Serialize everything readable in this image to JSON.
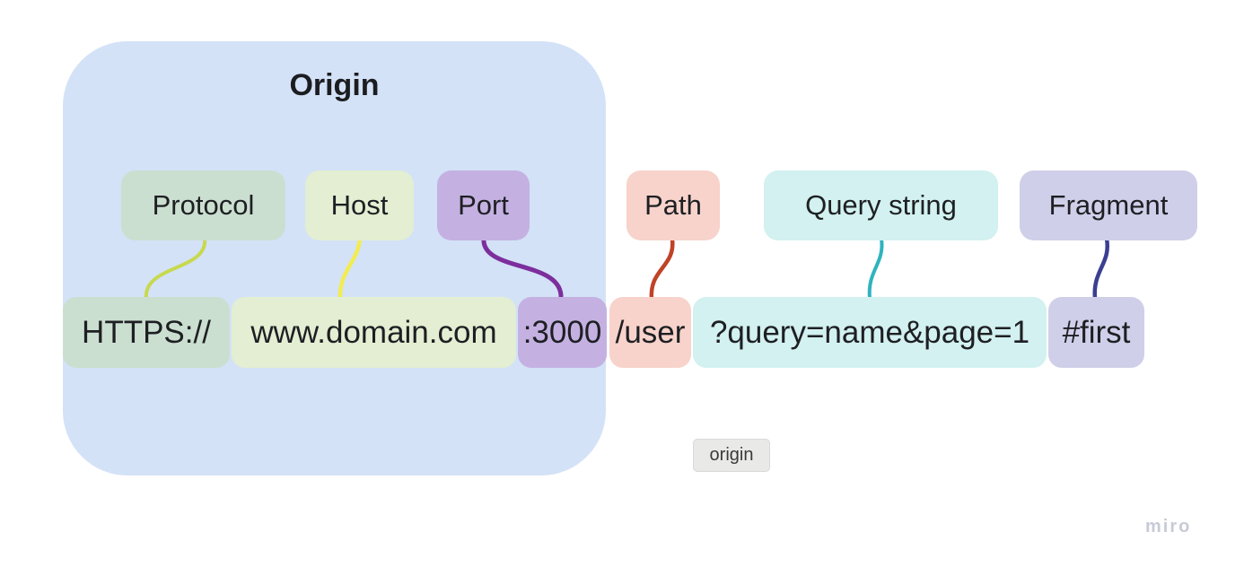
{
  "origin_group": {
    "title": "Origin",
    "bg_color": "#d3e2f7"
  },
  "parts": [
    {
      "id": "protocol",
      "label": "Protocol",
      "url_text": "HTTPS://",
      "box_color": "#cbdfd0",
      "connector_color": "#c7d94d",
      "in_origin_group": true
    },
    {
      "id": "host",
      "label": "Host",
      "url_text": "www.domain.com",
      "box_color": "#e3eed2",
      "connector_color": "#f3ec50",
      "in_origin_group": true
    },
    {
      "id": "port",
      "label": "Port",
      "url_text": ":3000",
      "box_color": "#c4b1e2",
      "connector_color": "#7d2e9d",
      "in_origin_group": true
    },
    {
      "id": "path",
      "label": "Path",
      "url_text": "/user",
      "box_color": "#f7d3cb",
      "connector_color": "#c04327",
      "in_origin_group": false
    },
    {
      "id": "query",
      "label": "Query string",
      "url_text": "?query=name&page=1",
      "box_color": "#d2f1f0",
      "connector_color": "#2fb3c0",
      "in_origin_group": false
    },
    {
      "id": "fragment",
      "label": "Fragment",
      "url_text": "#first",
      "box_color": "#d0cfe9",
      "connector_color": "#3b3f92",
      "in_origin_group": false
    }
  ],
  "tag": {
    "text": "origin",
    "bg_color": "#e9e9e8"
  },
  "watermark": {
    "text": "miro",
    "color": "#c7cbd6"
  },
  "canvas": {
    "bg_color": "#ffffff",
    "text_color": "#1e1f23"
  }
}
